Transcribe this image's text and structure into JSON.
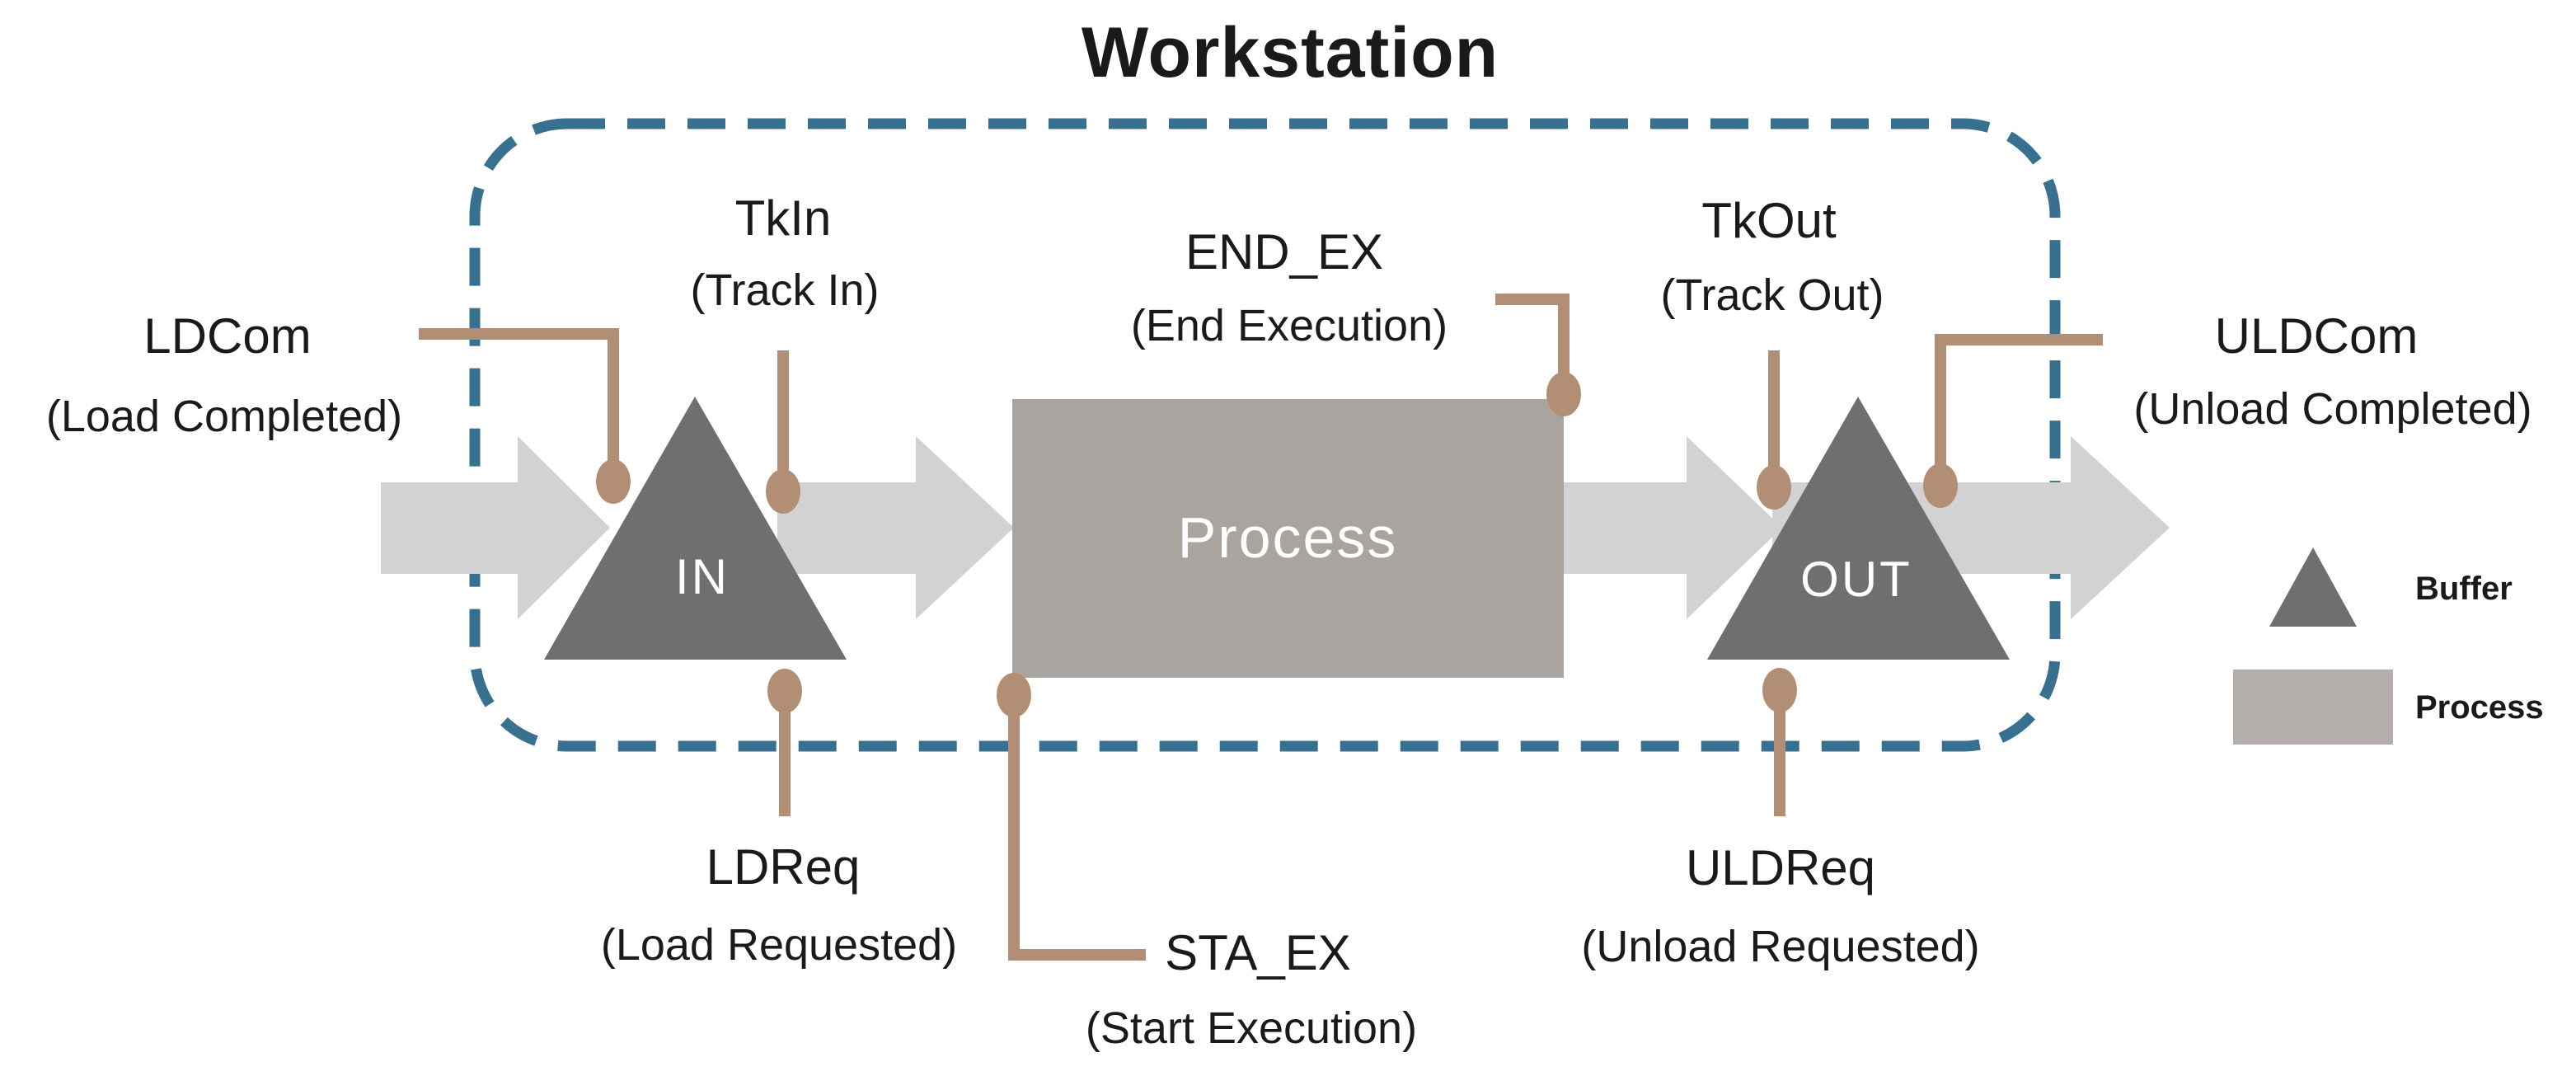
{
  "title": "Workstation",
  "colors": {
    "background": "#ffffff",
    "border_dash": "#38718f",
    "flow_arrow": "#d2d2d3",
    "buffer_fill": "#6f6f6f",
    "process_fill": "#a9a4a0",
    "legend_process_fill": "#b3aeab",
    "connector": "#b18e74",
    "text": "#1a1a1a",
    "node_text": "#ffffff"
  },
  "nodes": {
    "in": {
      "label": "IN"
    },
    "process": {
      "label": "Process"
    },
    "out": {
      "label": "OUT"
    }
  },
  "signals": {
    "ldcom": {
      "name": "LDCom",
      "description": "(Load Completed)"
    },
    "tkin": {
      "name": "TkIn",
      "description": "(Track In)"
    },
    "end_ex": {
      "name": "END_EX",
      "description": "(End Execution)"
    },
    "tkout": {
      "name": "TkOut",
      "description": "(Track Out)"
    },
    "uldcom": {
      "name": "ULDCom",
      "description": "(Unload Completed)"
    },
    "ldreq": {
      "name": "LDReq",
      "description": "(Load Requested)"
    },
    "sta_ex": {
      "name": "STA_EX",
      "description": "(Start Execution)"
    },
    "uldreq": {
      "name": "ULDReq",
      "description": "(Unload Requested)"
    }
  },
  "legend": [
    {
      "shape": "triangle",
      "label": "Buffer"
    },
    {
      "shape": "rectangle",
      "label": "Process"
    }
  ]
}
